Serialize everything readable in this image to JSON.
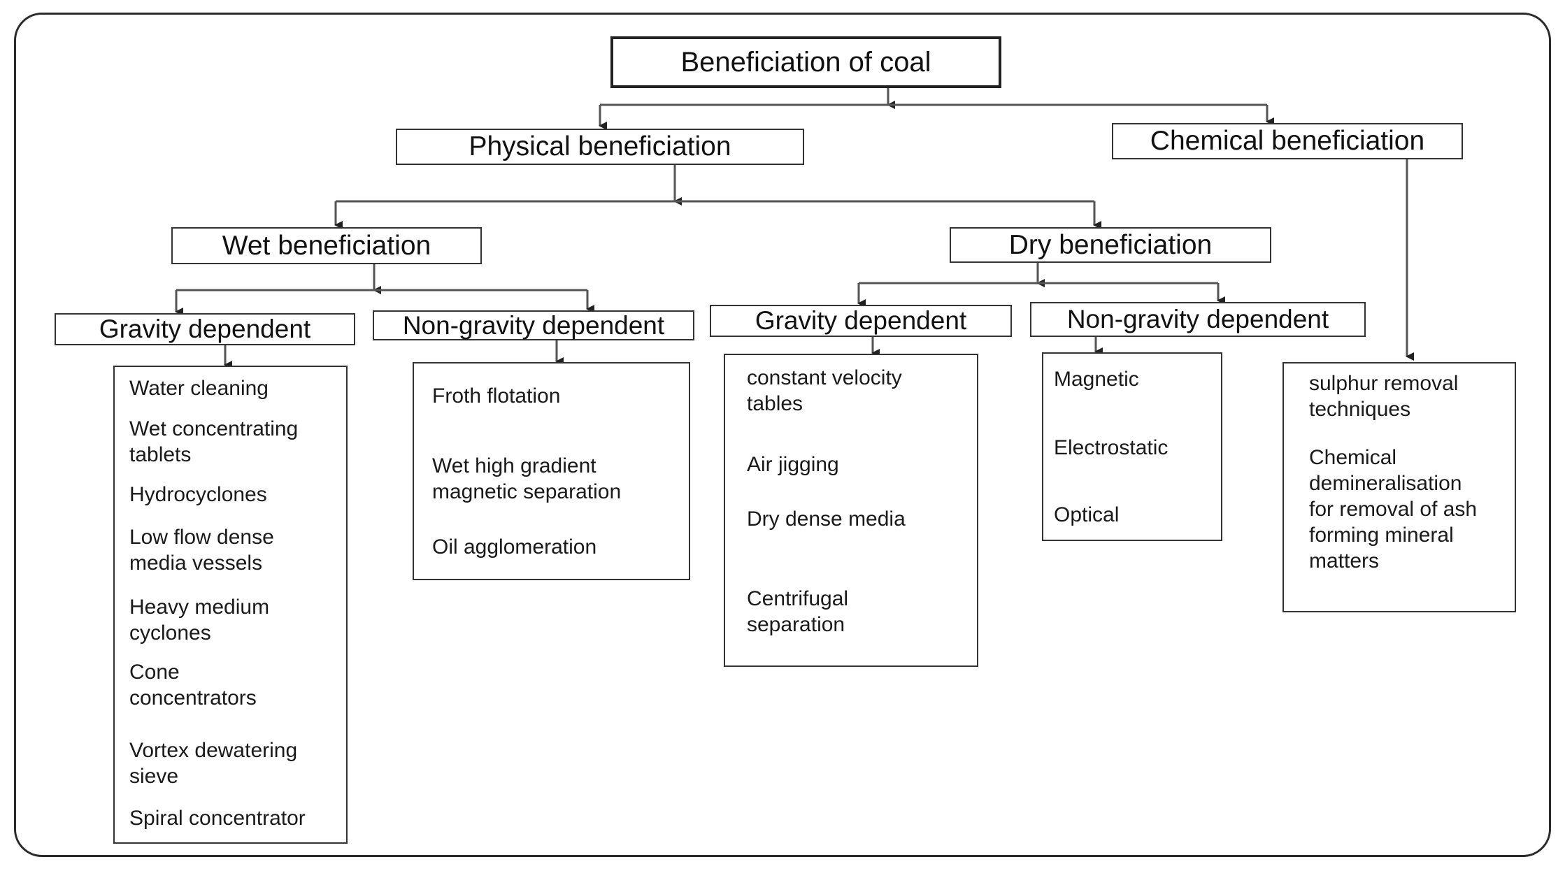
{
  "diagram": {
    "root": "Beneficiation of coal",
    "physical": "Physical beneficiation",
    "chemical": "Chemical beneficiation",
    "wet": "Wet beneficiation",
    "dry": "Dry beneficiation",
    "wet_gravity": "Gravity dependent",
    "wet_nongravity": "Non-gravity dependent",
    "dry_gravity": "Gravity dependent",
    "dry_nongravity": "Non-gravity dependent",
    "wet_gravity_items": [
      "Water cleaning",
      "Wet concentrating\ntablets",
      "Hydrocyclones",
      "Low flow dense\nmedia vessels",
      "Heavy medium\ncyclones",
      "Cone\nconcentrators",
      "Vortex dewatering\nsieve",
      "Spiral concentrator"
    ],
    "wet_nongravity_items": [
      "Froth flotation",
      "Wet high gradient\nmagnetic separation",
      "Oil agglomeration"
    ],
    "dry_gravity_items": [
      "constant velocity\ntables",
      "Air jigging",
      "Dry dense media",
      "Centrifugal\nseparation"
    ],
    "dry_nongravity_items": [
      "Magnetic",
      "Electrostatic",
      "Optical"
    ],
    "chemical_items": [
      "sulphur removal\ntechniques",
      "Chemical\ndemineralisation\nfor removal of ash\nforming mineral\nmatters"
    ]
  }
}
